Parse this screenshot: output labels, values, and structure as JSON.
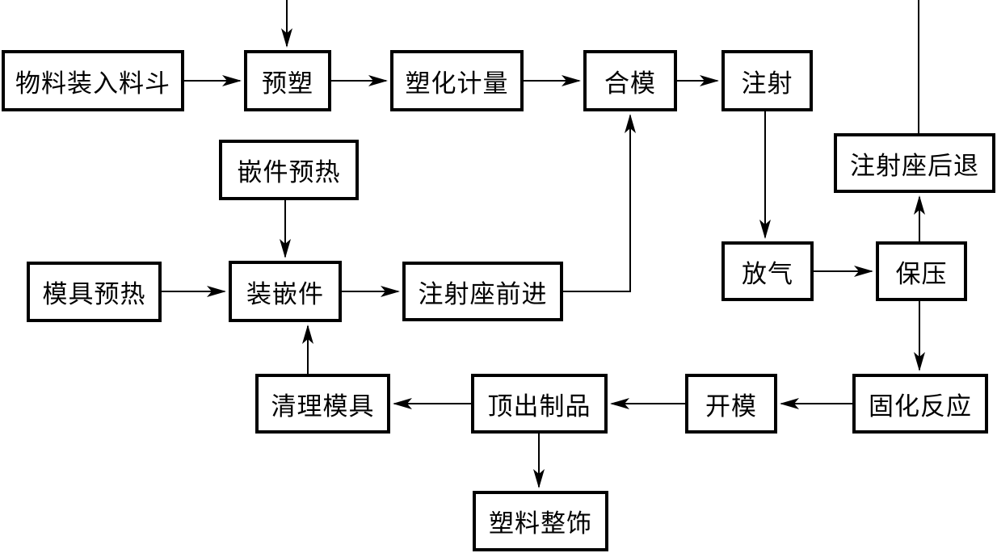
{
  "diagram": {
    "type": "flowchart",
    "nodes": [
      {
        "id": "material-hopper",
        "label": "物料装入料斗"
      },
      {
        "id": "pre-plastication",
        "label": "预塑"
      },
      {
        "id": "plasticizing-metering",
        "label": "塑化计量"
      },
      {
        "id": "mold-clamping",
        "label": "合模"
      },
      {
        "id": "injection",
        "label": "注射"
      },
      {
        "id": "injection-unit-retreat",
        "label": "注射座后退"
      },
      {
        "id": "insert-preheating",
        "label": "嵌件预热"
      },
      {
        "id": "mold-preheating",
        "label": "模具预热"
      },
      {
        "id": "install-insert",
        "label": "装嵌件"
      },
      {
        "id": "injection-unit-advance",
        "label": "注射座前进"
      },
      {
        "id": "venting",
        "label": "放气"
      },
      {
        "id": "pressure-holding",
        "label": "保压"
      },
      {
        "id": "curing-reaction",
        "label": "固化反应"
      },
      {
        "id": "mold-opening",
        "label": "开模"
      },
      {
        "id": "eject-product",
        "label": "顶出制品"
      },
      {
        "id": "clean-mold",
        "label": "清理模具"
      },
      {
        "id": "plastic-finishing",
        "label": "塑料整饰"
      }
    ],
    "edges": [
      {
        "from": "offscreen-top",
        "to": "pre-plastication",
        "arrow": true
      },
      {
        "from": "material-hopper",
        "to": "pre-plastication",
        "arrow": true
      },
      {
        "from": "pre-plastication",
        "to": "plasticizing-metering",
        "arrow": true
      },
      {
        "from": "plasticizing-metering",
        "to": "mold-clamping",
        "arrow": true
      },
      {
        "from": "mold-clamping",
        "to": "injection",
        "arrow": true
      },
      {
        "from": "injection",
        "to": "venting",
        "arrow": true
      },
      {
        "from": "venting",
        "to": "pressure-holding",
        "arrow": true
      },
      {
        "from": "pressure-holding",
        "to": "injection-unit-retreat",
        "arrow": true
      },
      {
        "from": "injection-unit-retreat",
        "to": "offscreen-top",
        "arrow": false
      },
      {
        "from": "pressure-holding",
        "to": "curing-reaction",
        "arrow": true
      },
      {
        "from": "curing-reaction",
        "to": "mold-opening",
        "arrow": true
      },
      {
        "from": "mold-opening",
        "to": "eject-product",
        "arrow": true
      },
      {
        "from": "eject-product",
        "to": "clean-mold",
        "arrow": true
      },
      {
        "from": "clean-mold",
        "to": "install-insert",
        "arrow": true
      },
      {
        "from": "insert-preheating",
        "to": "install-insert",
        "arrow": true
      },
      {
        "from": "mold-preheating",
        "to": "install-insert",
        "arrow": true
      },
      {
        "from": "install-insert",
        "to": "injection-unit-advance",
        "arrow": true
      },
      {
        "from": "injection-unit-advance",
        "to": "mold-clamping",
        "arrow": true
      },
      {
        "from": "eject-product",
        "to": "plastic-finishing",
        "arrow": true
      }
    ],
    "colors": {
      "line": "#000000",
      "background": "#ffffff",
      "text": "#000000"
    }
  }
}
